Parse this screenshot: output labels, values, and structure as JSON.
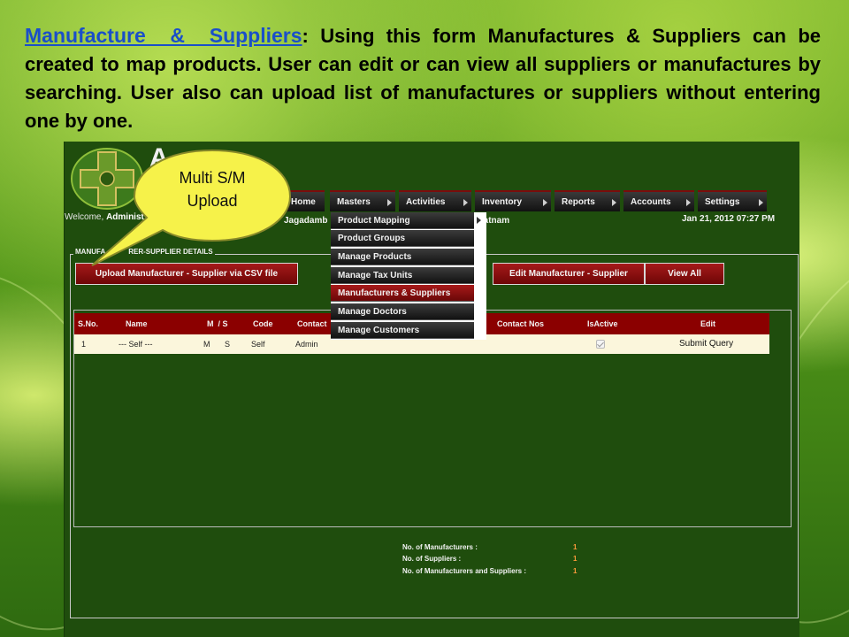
{
  "slide": {
    "heading": "Manufacture & Suppliers",
    "colon": ":",
    "description": " Using this form Manufactures & Suppliers can be created to map products. User can edit or can view all suppliers or manufactures by searching. User also can upload list of manufactures or suppliers without entering one by one."
  },
  "callout": {
    "line1": "Multi S/M",
    "line2": "Upload"
  },
  "app": {
    "logo_text": "A",
    "welcome_prefix": "Welcome, ",
    "welcome_user": "Administ",
    "location_left": "Jagadamb",
    "location_right": "apatnam",
    "datetime": "Jan 21, 2012 07:27 PM",
    "nav": [
      {
        "label": "Home"
      },
      {
        "label": "Masters"
      },
      {
        "label": "Activities"
      },
      {
        "label": "Inventory"
      },
      {
        "label": "Reports"
      },
      {
        "label": "Accounts"
      },
      {
        "label": "Settings"
      }
    ],
    "dropdown": [
      {
        "label": "Product Mapping"
      },
      {
        "label": "Product Groups"
      },
      {
        "label": "Manage Products"
      },
      {
        "label": "Manage Tax Units"
      },
      {
        "label": "Manufacturers & Suppliers"
      },
      {
        "label": "Manage Doctors"
      },
      {
        "label": "Manage Customers"
      }
    ],
    "fieldset_legend_left": "MANUFA",
    "fieldset_legend_right": "RER-SUPPLIER DETAILS",
    "buttons": {
      "upload": "Upload Manufacturer - Supplier via CSV file",
      "edit": "Edit Manufacturer - Supplier",
      "view_all": "View All"
    },
    "table": {
      "headers": {
        "sno": "S.No.",
        "name": "Name",
        "ms": "M  / S",
        "code": "Code",
        "contact": "Contact",
        "contact_nos": "Contact Nos",
        "is_active": "IsActive",
        "edit": "Edit"
      },
      "row": {
        "sno": "1",
        "name": "--- Self ---",
        "m": "M",
        "s": "S",
        "code": "Self",
        "contact": "Admin",
        "edit": "Submit Query"
      }
    },
    "counts": [
      {
        "label": "No. of Manufacturers :",
        "value": "1"
      },
      {
        "label": "No. of Suppliers :",
        "value": "1"
      },
      {
        "label": "No. of Manufacturers and Suppliers :",
        "value": "1"
      }
    ]
  },
  "colors": {
    "heading": "#1a4fc9",
    "app_bg": "#1f4d0d",
    "header_red": "#8b0000",
    "callout_yellow": "#f6f24a",
    "count_orange": "#ff9a3c"
  }
}
